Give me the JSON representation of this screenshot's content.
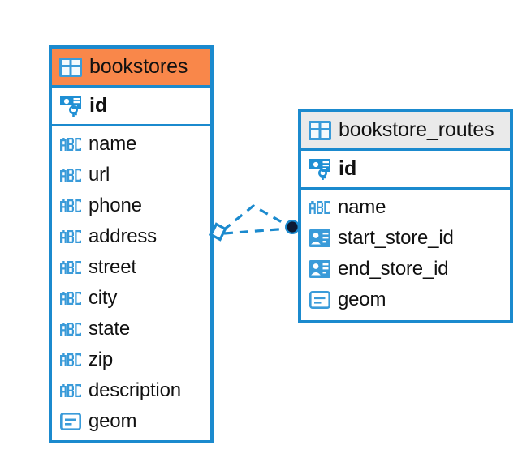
{
  "diagram": {
    "type": "entity-relationship-diagram",
    "background": "#ffffff",
    "colors": {
      "border": "#1b8ace",
      "header_accent": "#f9874a",
      "header_plain": "#eaeaea",
      "icon_blue": "#3a9bd9",
      "text": "#111111",
      "connector": "#1b8ace",
      "connector_endpoint": "#0d1a33"
    },
    "entities": [
      {
        "name": "bookstores",
        "header_style": "accent",
        "table_icon": "table-icon",
        "primary_key": {
          "label": "id",
          "icon": "primary-key-icon"
        },
        "fields": [
          {
            "label": "name",
            "icon": "abc-text-icon"
          },
          {
            "label": "url",
            "icon": "abc-text-icon"
          },
          {
            "label": "phone",
            "icon": "abc-text-icon"
          },
          {
            "label": "address",
            "icon": "abc-text-icon"
          },
          {
            "label": "street",
            "icon": "abc-text-icon"
          },
          {
            "label": "city",
            "icon": "abc-text-icon"
          },
          {
            "label": "state",
            "icon": "abc-text-icon"
          },
          {
            "label": "zip",
            "icon": "abc-text-icon"
          },
          {
            "label": "description",
            "icon": "abc-text-icon"
          },
          {
            "label": "geom",
            "icon": "geometry-icon"
          }
        ]
      },
      {
        "name": "bookstore_routes",
        "header_style": "plain",
        "table_icon": "table-icon",
        "primary_key": {
          "label": "id",
          "icon": "primary-key-icon"
        },
        "fields": [
          {
            "label": "name",
            "icon": "abc-text-icon"
          },
          {
            "label": "start_store_id",
            "icon": "foreign-key-icon"
          },
          {
            "label": "end_store_id",
            "icon": "foreign-key-icon"
          },
          {
            "label": "geom",
            "icon": "geometry-icon"
          }
        ]
      }
    ],
    "relationship": {
      "from": "bookstores",
      "to": "bookstore_routes",
      "line_style": "dashed",
      "source_marker": "diamond-outline-marker",
      "target_marker": "filled-circle-marker"
    }
  }
}
